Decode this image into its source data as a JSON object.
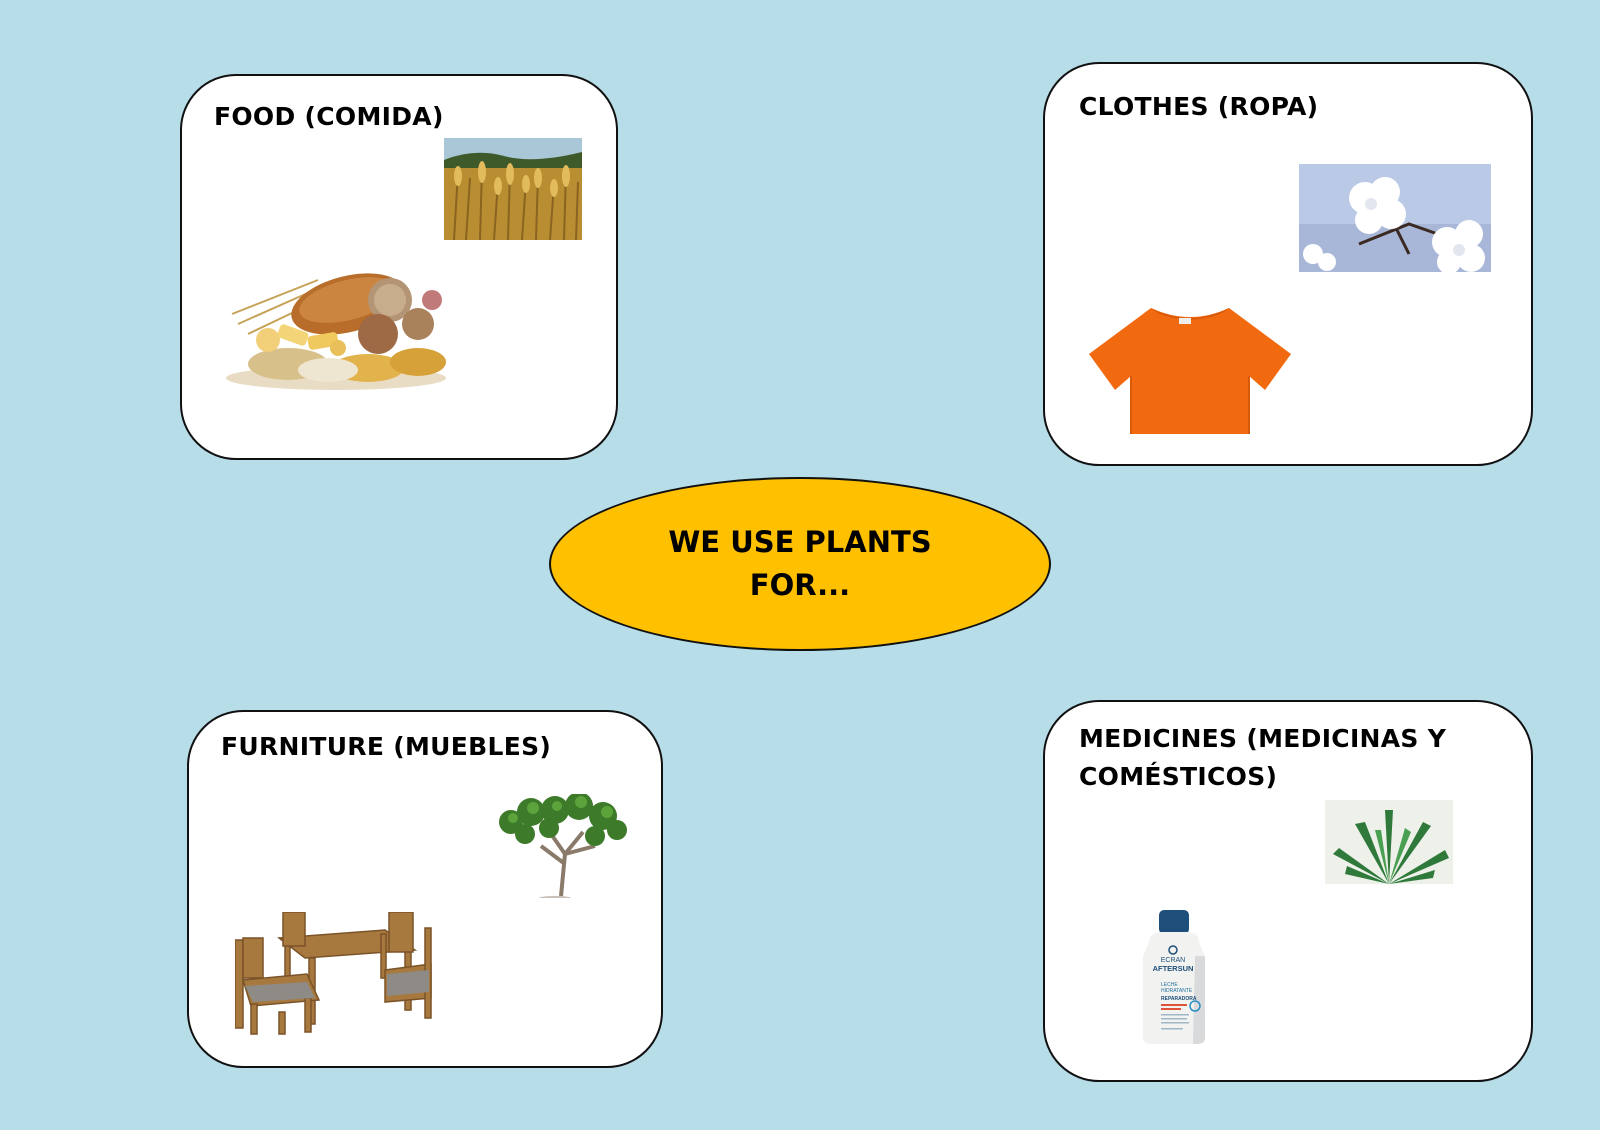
{
  "center": {
    "label": "WE USE PLANTS FOR..."
  },
  "cards": {
    "food": {
      "title": "FOOD (COMIDA)",
      "images": [
        "wheat-field-photo",
        "bread-and-grains-photo"
      ]
    },
    "clothes": {
      "title": "CLOTHES (ROPA)",
      "images": [
        "cotton-plant-photo",
        "orange-tshirt-photo"
      ]
    },
    "furniture": {
      "title": "FURNITURE (MUEBLES)",
      "images": [
        "tree-illustration",
        "wooden-table-chairs-photo"
      ]
    },
    "medicines": {
      "title": "MEDICINES (MEDICINAS Y COMÉSTICOS)",
      "images": [
        "aloe-vera-plant-photo",
        "aftersun-lotion-bottle-photo"
      ]
    }
  },
  "bottle": {
    "brand": "ECRAN",
    "product": "AFTERSUN",
    "line1": "LECHE",
    "line2": "HIDRATANTE",
    "line3": "REPARADORA"
  },
  "colors": {
    "background": "#b7dde8",
    "center_fill": "#ffc000",
    "card_fill": "#ffffff",
    "border": "#111111"
  }
}
